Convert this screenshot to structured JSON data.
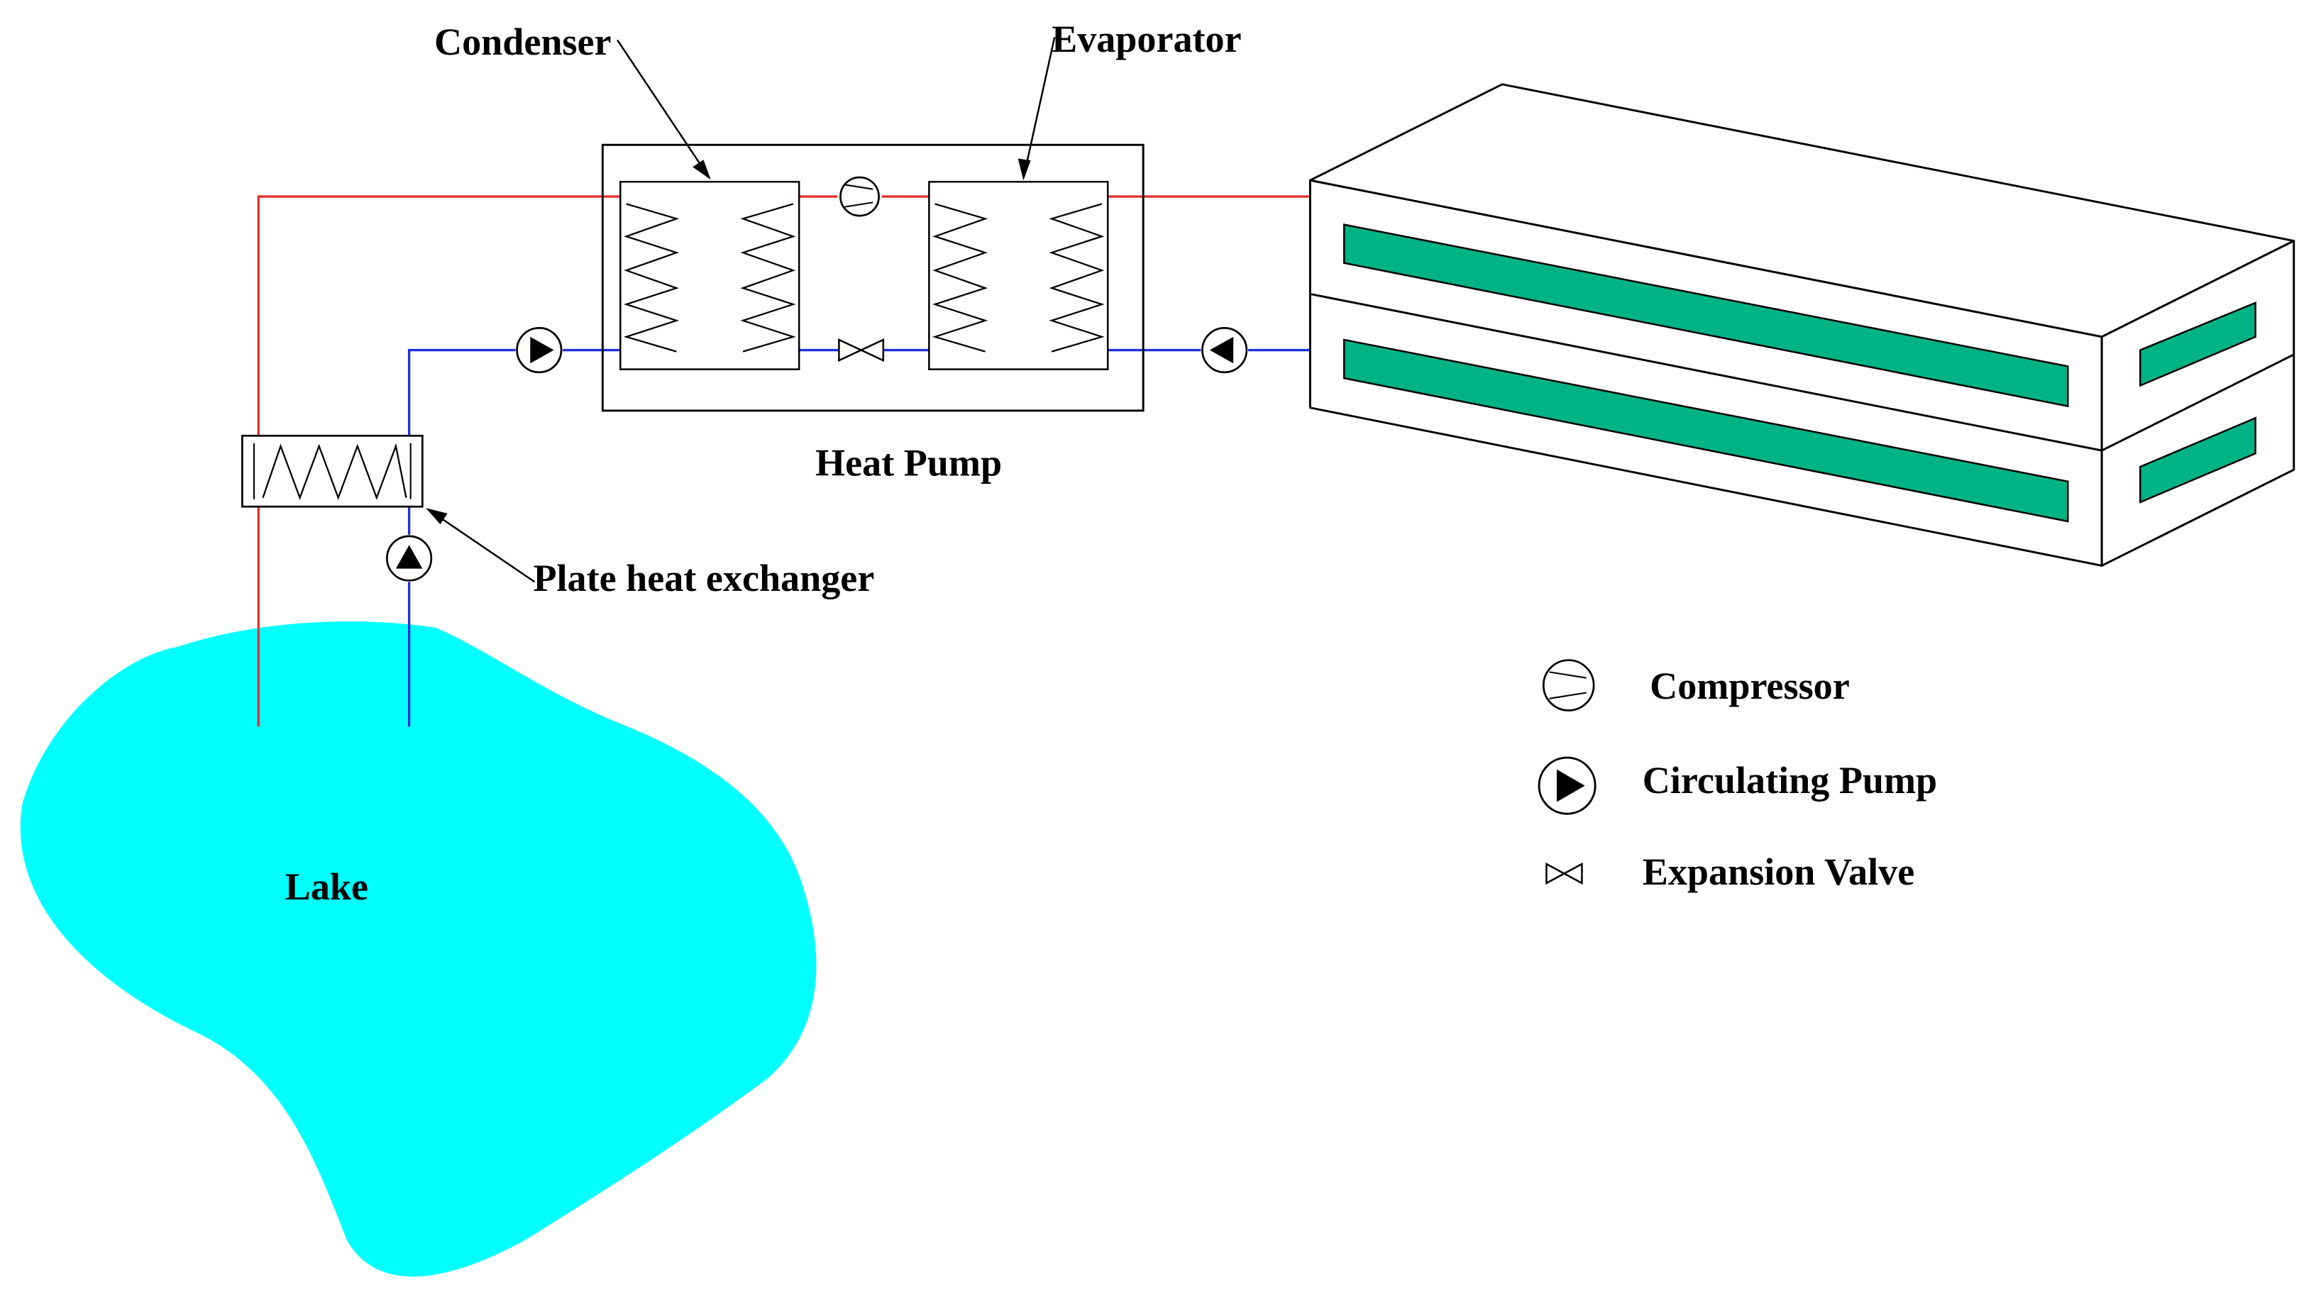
{
  "labels": {
    "condenser": "Condenser",
    "evaporator": "Evaporator",
    "heat_pump": "Heat Pump",
    "plate_heat_exchanger": "Plate heat exchanger",
    "lake": "Lake"
  },
  "legend": {
    "compressor": "Compressor",
    "circulating_pump": "Circulating Pump",
    "expansion_valve": "Expansion Valve"
  },
  "icons": [
    "compressor-icon",
    "circulating-pump-icon",
    "expansion-valve-icon",
    "zigzag-coil-icon"
  ],
  "colors": {
    "hot_pipe": "#e53030",
    "cold_pipe": "#2030d8",
    "lake": "#00ffff",
    "radiant_panel": "#00b386",
    "outline": "#000000"
  }
}
